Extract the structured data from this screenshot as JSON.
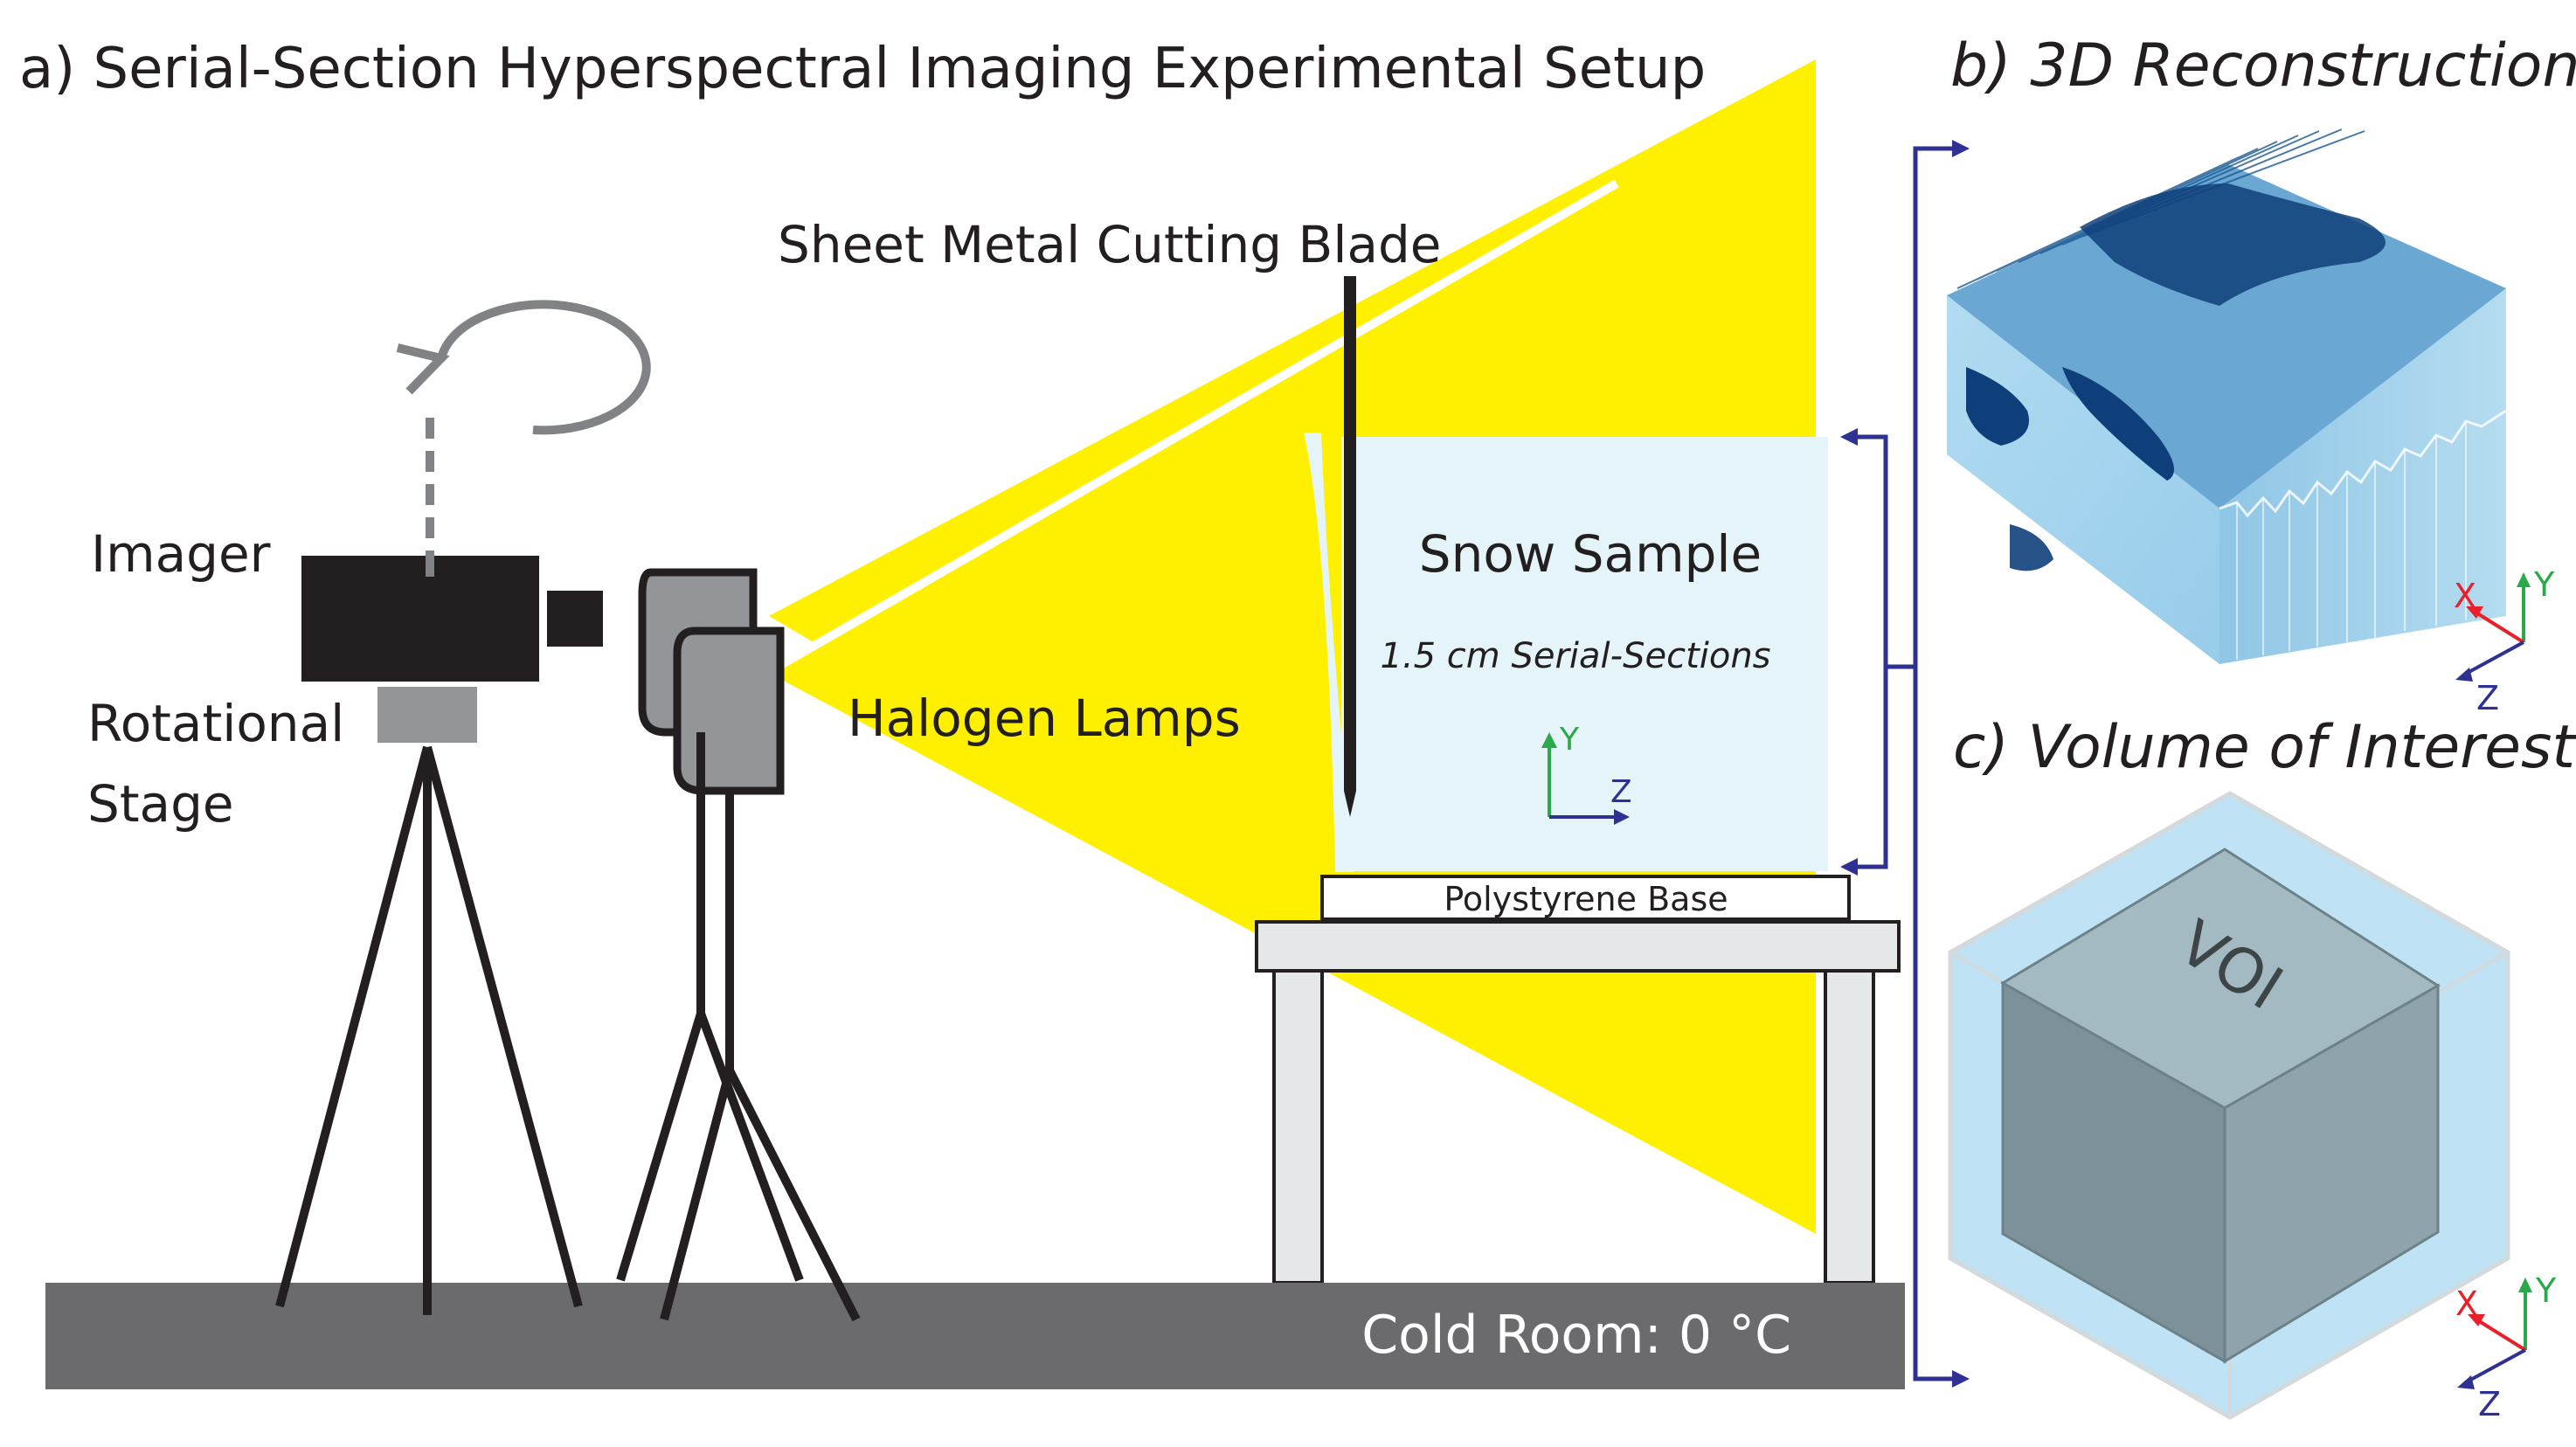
{
  "panels": {
    "a_title": "a) Serial-Section Hyperspectral Imaging Experimental Setup",
    "b_title": "b) 3D Reconstruction",
    "c_title": "c) Volume of Interest"
  },
  "labels": {
    "blade": "Sheet Metal Cutting Blade",
    "imager": "Imager",
    "rotational": "Rotational",
    "stage": "Stage",
    "lamps": "Halogen Lamps",
    "snow_sample": "Snow Sample",
    "serial_sections": "1.5 cm Serial-Sections",
    "base": "Polystyrene Base",
    "cold_room": "Cold Room: 0 °C",
    "voi": "VOI"
  },
  "axes": {
    "x": "X",
    "y": "Y",
    "z": "Z"
  },
  "colors": {
    "light_beam": "#fff000",
    "snow": "#e4f4f8",
    "floor": "#6b6b6d",
    "arrow": "#2e3192",
    "axis_x": "#e8202a",
    "axis_y": "#2aa84a",
    "axis_z": "#2e3192",
    "voi_outer": "#b9dff1",
    "voi_inner": "#8a9ea6"
  }
}
